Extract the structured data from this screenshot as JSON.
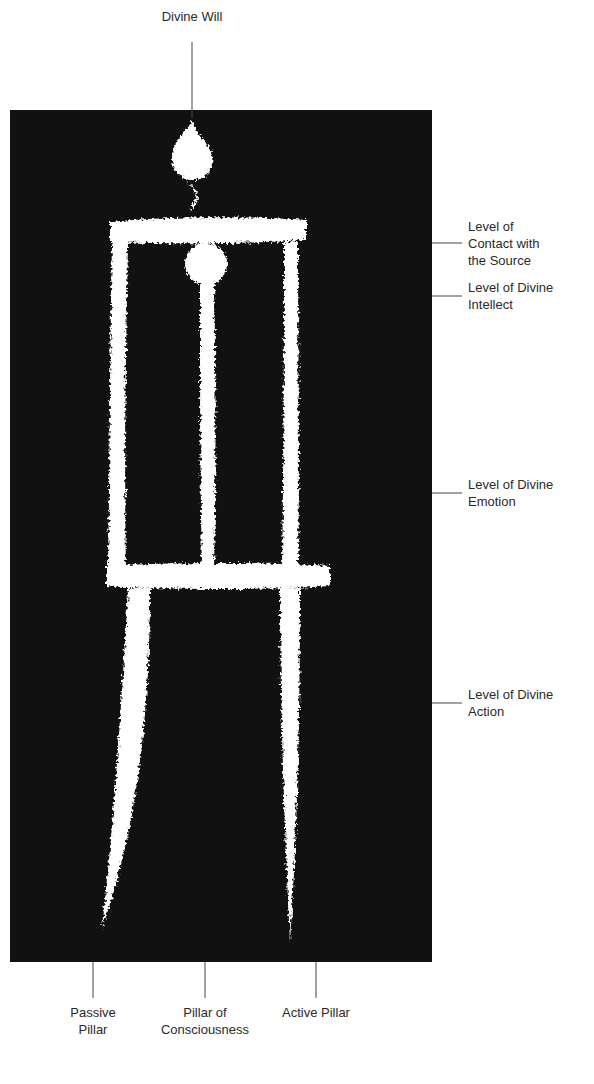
{
  "diagram": {
    "labels": [
      "Divine Will",
      "Level of Contact with the Source",
      "Level of Divine Intellect",
      "Level of Divine Emotion",
      "Level of Divine Action",
      "Passive Pillar",
      "Pillar of Consciousness",
      "Active Pillar"
    ]
  }
}
